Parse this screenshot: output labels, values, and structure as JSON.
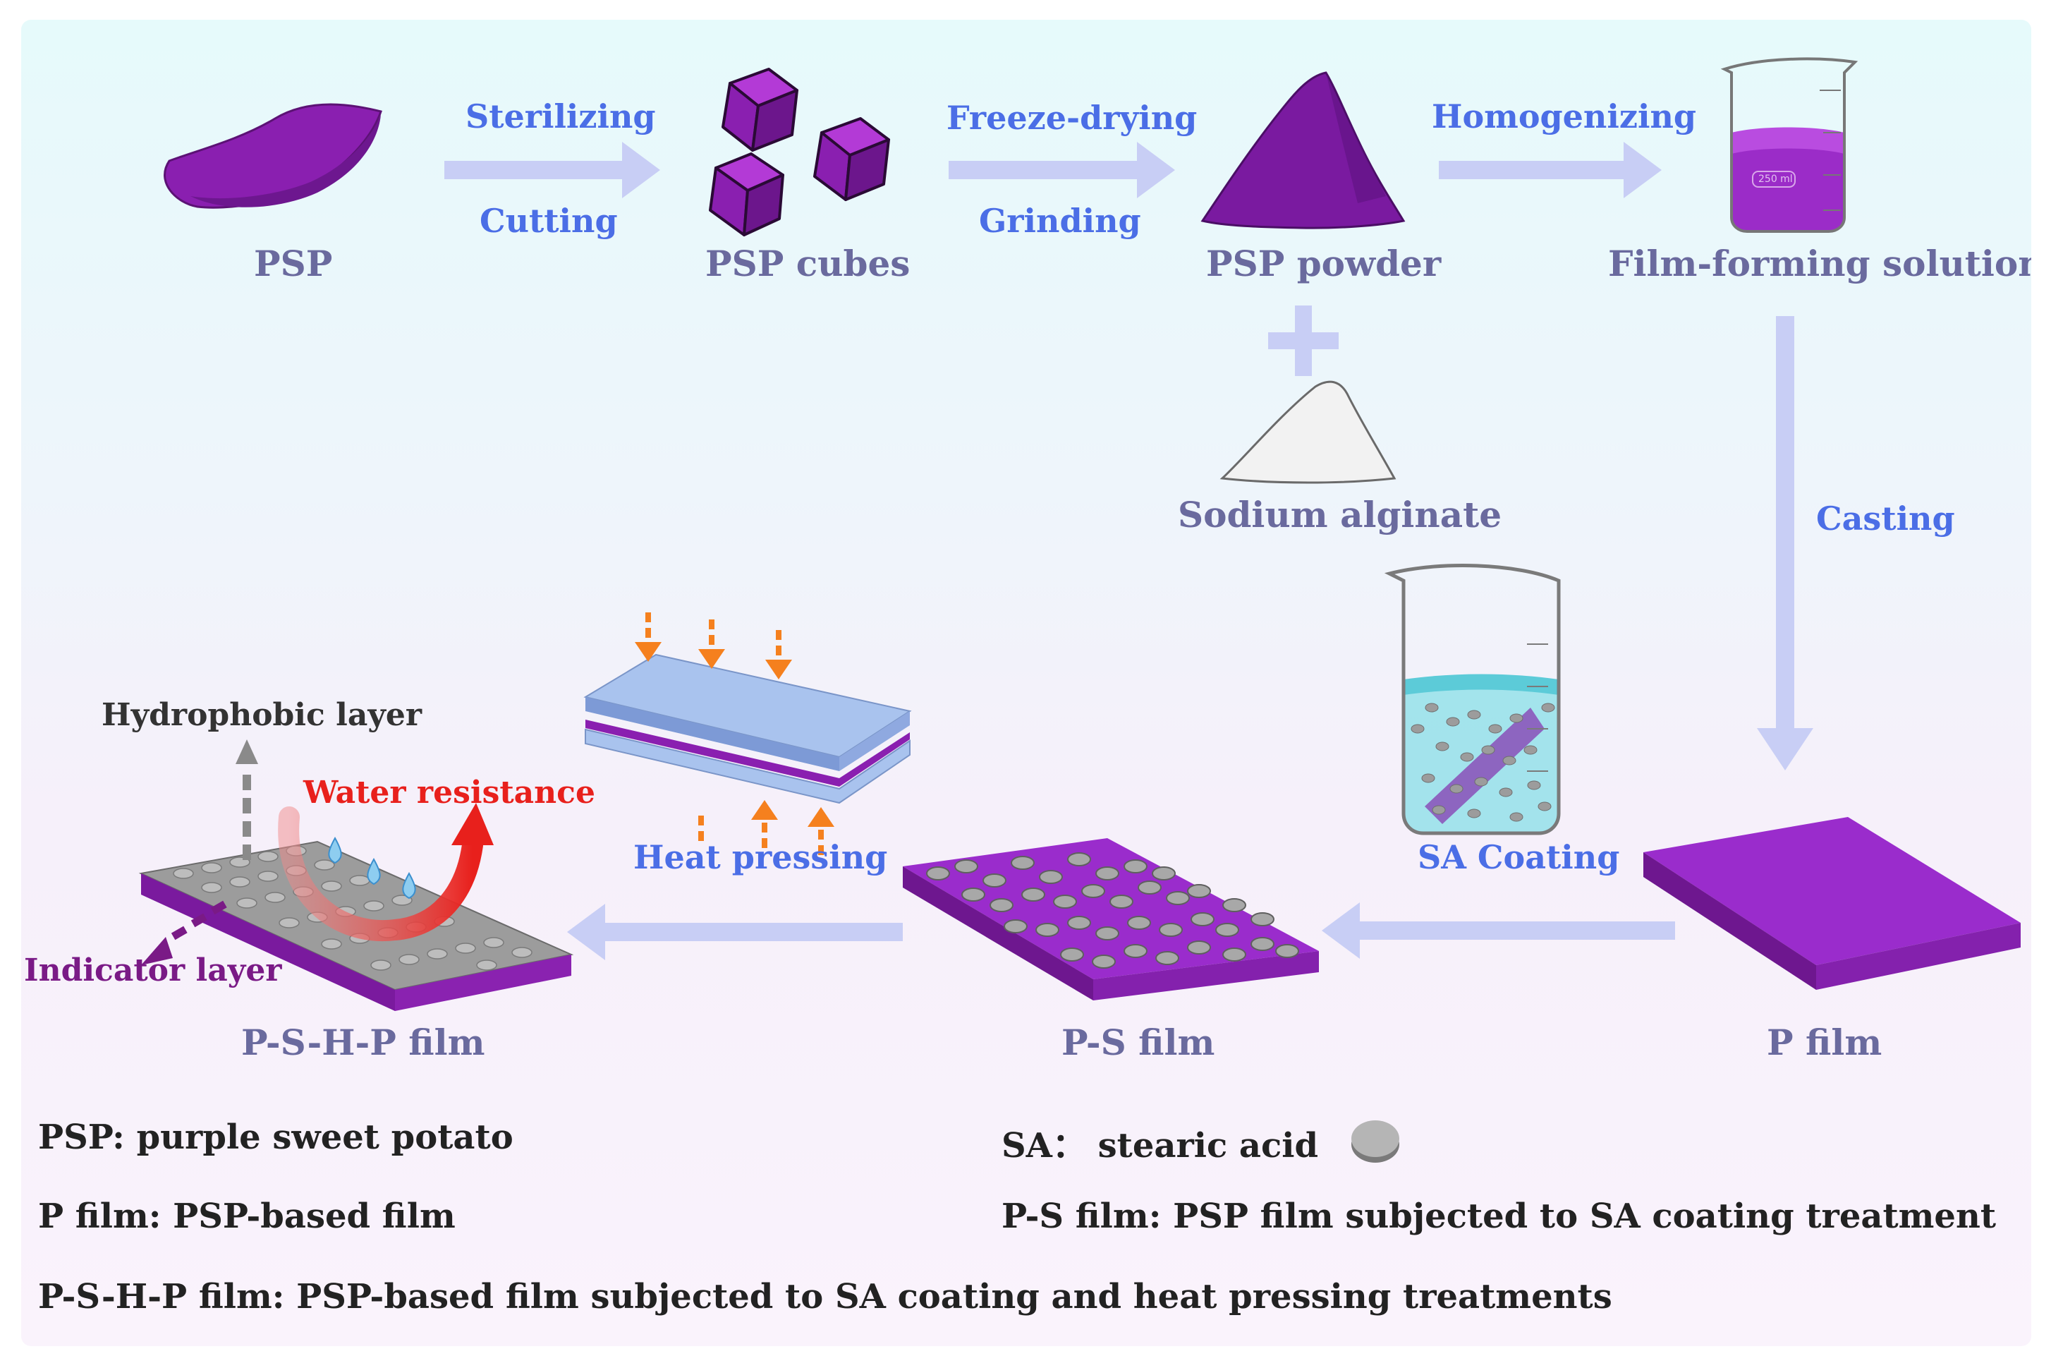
{
  "nodes": {
    "psp": "PSP",
    "psp_cubes": "PSP cubes",
    "psp_powder": "PSP powder",
    "film_forming_solution": "Film-forming solution",
    "sodium_alginate": "Sodium alginate",
    "p_film": "P film",
    "p_s_film": "P-S film",
    "p_s_h_p_film": "P-S-H-P film"
  },
  "steps": {
    "sterilizing": "Sterilizing",
    "cutting": "Cutting",
    "freeze_drying": "Freeze-drying",
    "grinding": "Grinding",
    "homogenizing": "Homogenizing",
    "casting": "Casting",
    "sa_coating": "SA Coating",
    "heat_pressing": "Heat pressing"
  },
  "annotations": {
    "hydrophobic_layer": "Hydrophobic layer",
    "water_resistance": "Water resistance",
    "indicator_layer": "Indicator layer",
    "beaker_volume": "250 ml"
  },
  "legend": {
    "psp_def": "PSP: purple sweet potato",
    "sa_def": "SA：  stearic  acid",
    "p_film_def": "P film:  PSP-based film",
    "p_s_film_def": "P-S film: PSP film subjected to SA coating treatment",
    "p_s_h_p_def": "P-S-H-P film: PSP-based film subjected to SA coating and heat pressing treatments"
  },
  "colors": {
    "purple": "#8a1fb0",
    "arrow": "#c8cef5",
    "step_text": "#4b6ee6",
    "node_text": "#6a6a9e",
    "water_resistance": "#e8201c",
    "indicator": "#7a1a86",
    "heat_arrow": "#f5801e",
    "stearic_acid": "#9a9a9a"
  }
}
